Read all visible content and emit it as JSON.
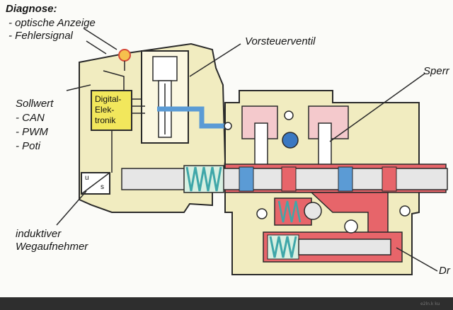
{
  "labels": {
    "diagnose_title": "Diagnose:",
    "diagnose_optical": "- optische Anzeige",
    "diagnose_error": "- Fehlersignal",
    "pilot_valve": "Vorsteuerventil",
    "blocking_partial": "Sperr",
    "setpoint_title": "Sollwert",
    "setpoint_can": "- CAN",
    "setpoint_pwm": "- PWM",
    "setpoint_poti": "- Poti",
    "sensor_line1": "induktiver",
    "sensor_line2": "Wegaufnehmer",
    "pressure_partial": "Dr",
    "electronics_line1": "Digital-",
    "electronics_line2": "Elek-",
    "electronics_line3": "tronik",
    "sensor_box_top": "u",
    "sensor_box_bottom": "s",
    "corner_text": "e2ln.k   ku"
  },
  "colors": {
    "housing": "#f1ecc0",
    "oil_tank": "#e6e2c8",
    "electronics": "#f2e75c",
    "pressure": "#e7656a",
    "pilot_line": "#5b9bd5",
    "spring": "#3fa7a9",
    "pink_block": "#f4c9cc",
    "port": "#3a78c2"
  }
}
